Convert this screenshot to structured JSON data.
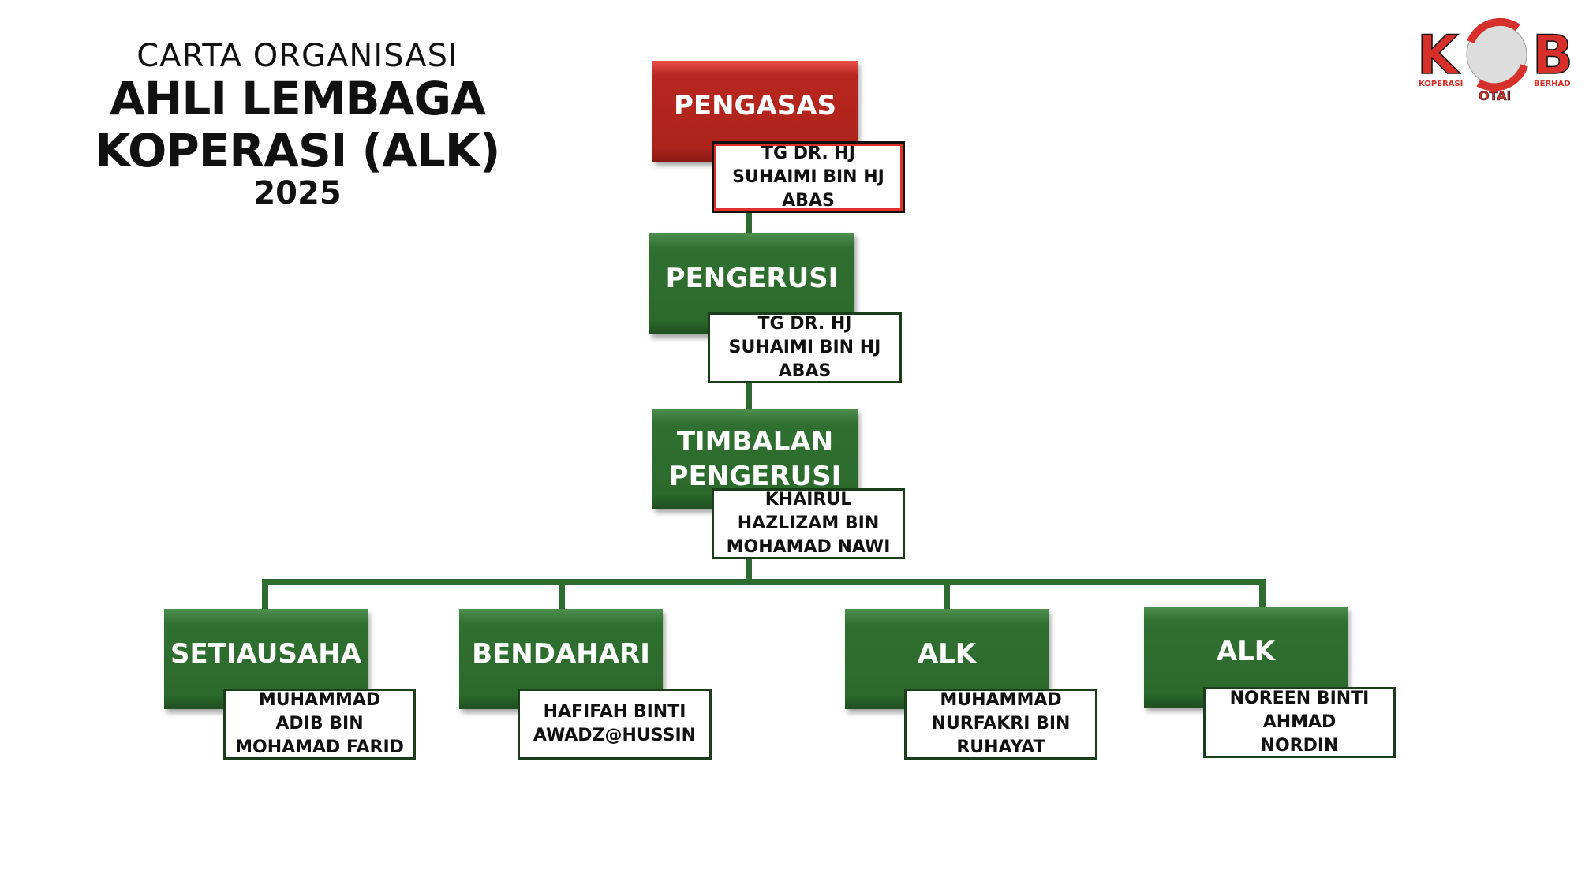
{
  "title": {
    "line1": "CARTA ORGANISASI",
    "line2": "AHLI LEMBAGA",
    "line3": "KOPERASI (ALK)",
    "year": "2025"
  },
  "logo": {
    "text": "KOB",
    "sub_left": "KOPERASI",
    "sub_right": "BERHAD",
    "bottom": "OTAi"
  },
  "nodes": [
    {
      "role": "PENGASAS",
      "name": "TG DR. HJ SUHAIMI BIN HJ ABAS"
    },
    {
      "role": "PENGERUSI",
      "name": "TG DR. HJ SUHAIMI BIN HJ ABAS"
    },
    {
      "role": "TIMBALAN PENGERUSI",
      "name": "KHAIRUL HAZLIZAM BIN MOHAMAD NAWI"
    },
    {
      "role": "SETIAUSAHA",
      "name": "MUHAMMAD ADIB BIN MOHAMAD FARID"
    },
    {
      "role": "BENDAHARI",
      "name": "HAFIFAH BINTI AWADZ@HUSSIN"
    },
    {
      "role": "ALK",
      "name": "MUHAMMAD NURFAKRI BIN RUHAYAT"
    },
    {
      "role": "ALK",
      "name": "NOREEN BINTI AHMAD NORDIN"
    }
  ],
  "colors": {
    "green": "#2e6b2f",
    "red": "#b7261e"
  }
}
